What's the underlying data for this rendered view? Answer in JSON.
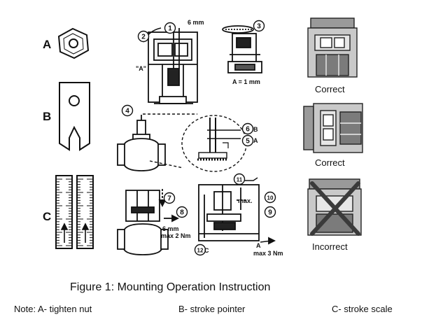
{
  "tools": {
    "a": {
      "letter": "A"
    },
    "b": {
      "letter": "B"
    },
    "c": {
      "letter": "C"
    }
  },
  "steps": {
    "s1": "1",
    "s2": "2",
    "s3": "3",
    "s4": "4",
    "s5": "5",
    "s6": "6",
    "s7": "7",
    "s8": "8",
    "s9": "9",
    "s10": "10",
    "s11": "11",
    "s12": "12"
  },
  "callouts": {
    "a_mark": "\"A\"",
    "stroke_6mm": "6 mm",
    "a_1mm": "A = 1 mm",
    "b_mark": "B",
    "a_mark_5": "A",
    "torque_6mm": "6 mm",
    "torque_2nm": "max 2 Nm",
    "max_mark": "max.",
    "c_mark": "C",
    "a_mark_bottom": "A",
    "torque_3nm": "max 3 Nm"
  },
  "results": {
    "r1": "Correct",
    "r2": "Correct",
    "r3": "Incorrect"
  },
  "caption": "Figure 1: Mounting Operation Instruction",
  "notes": {
    "a": "Note: A- tighten nut",
    "b": "B- stroke pointer",
    "c": "C- stroke scale"
  }
}
